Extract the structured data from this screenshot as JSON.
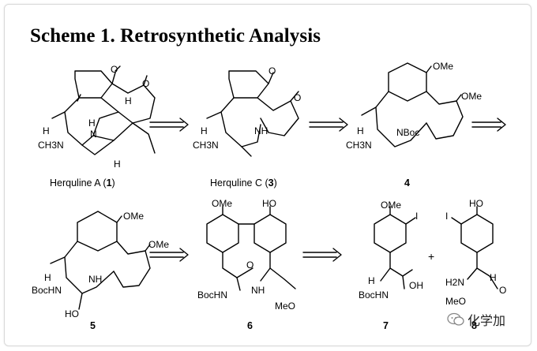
{
  "title": "Scheme 1. Retrosynthetic Analysis",
  "compounds": [
    {
      "label": "Herquline A (",
      "num": "1",
      "close": ")"
    },
    {
      "label": "Herquline C (",
      "num": "3",
      "close": ")"
    },
    {
      "num": "4"
    },
    {
      "num": "5"
    },
    {
      "num": "6"
    },
    {
      "num": "7"
    },
    {
      "num": "8"
    }
  ],
  "groups": {
    "ome": "OMe",
    "oh": "OH",
    "ho": "HO",
    "meo": "MeO",
    "boc_nh": "BocHN",
    "nboc": "NBoc",
    "nh": "NH",
    "n": "N",
    "h2n": "H2N",
    "ch3n": "CH3N",
    "h": "H",
    "i": "I",
    "o": "O",
    "plus": "+"
  },
  "watermark": {
    "text": "化学加",
    "icon": "wechat-icon"
  }
}
